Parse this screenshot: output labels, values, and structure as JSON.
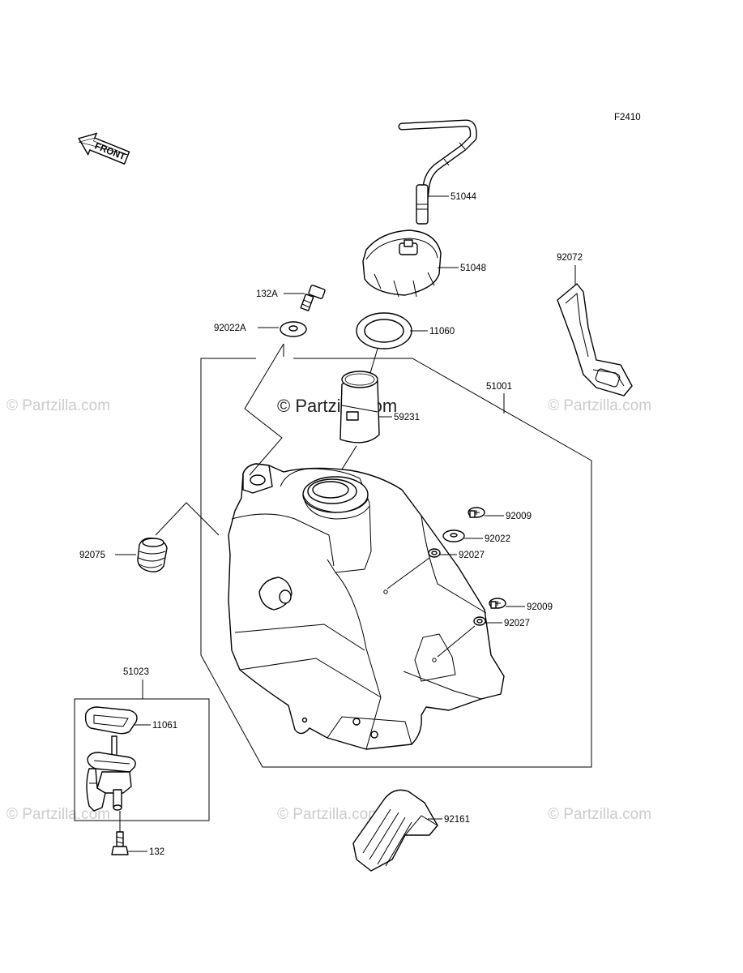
{
  "figure_code": "F2410",
  "front_arrow": {
    "label": "FRONT"
  },
  "watermark": {
    "main": "© Partzilla.com",
    "repeat": "© Partzilla.com"
  },
  "callouts": {
    "p51044": "51044",
    "p51048": "51048",
    "p92072": "92072",
    "p132A": "132A",
    "p92022A": "92022A",
    "p11060": "11060",
    "p51001": "51001",
    "p59231": "59231",
    "p92009a": "92009",
    "p92022": "92022",
    "p92075": "92075",
    "p92027a": "92027",
    "p92009b": "92009",
    "p92027b": "92027",
    "p51023": "51023",
    "p11061": "11061",
    "p92161": "92161",
    "p132": "132"
  }
}
